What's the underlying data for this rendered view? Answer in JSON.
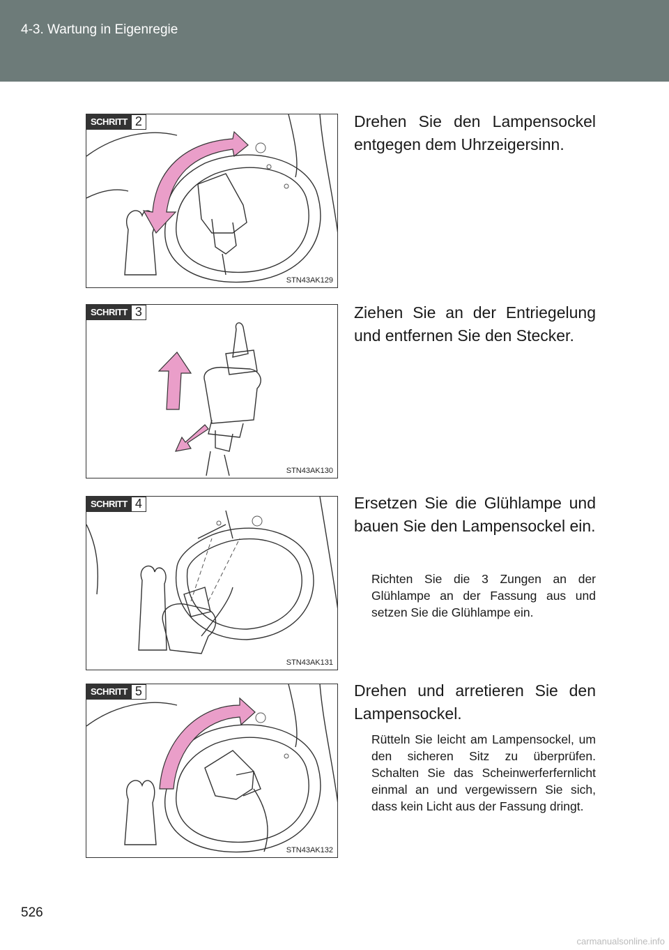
{
  "header": {
    "section_title": "4-3. Wartung in Eigenregie"
  },
  "page": {
    "number": "526",
    "footer_mark": "carmanualsonline.info"
  },
  "badge_word": "SCHRITT",
  "steps": [
    {
      "num": "2",
      "fig_code": "STN43AK129",
      "title": "Drehen Sie den Lampensockel entgegen dem Uhrzeigersinn.",
      "note": ""
    },
    {
      "num": "3",
      "fig_code": "STN43AK130",
      "title": "Ziehen Sie an der Entriegelung und entfernen Sie den Stecker.",
      "note": ""
    },
    {
      "num": "4",
      "fig_code": "STN43AK131",
      "title": "Ersetzen Sie die Glühlampe und bauen Sie den Lampensockel ein.",
      "note": "Richten Sie die 3 Zungen an der Glühlampe an der Fassung aus und setzen Sie die Glühlampe ein."
    },
    {
      "num": "5",
      "fig_code": "STN43AK132",
      "title": "Drehen und arretieren Sie den Lampensockel.",
      "note": "Rütteln Sie leicht am Lampensockel, um den sicheren Sitz zu überprüfen. Schalten Sie das Scheinwerferfernlicht einmal an und vergewissern Sie sich, dass kein Licht aus der Fassung dringt."
    }
  ],
  "colors": {
    "header_bg": "#6d7b79",
    "arrow": "#ea9ec9"
  }
}
